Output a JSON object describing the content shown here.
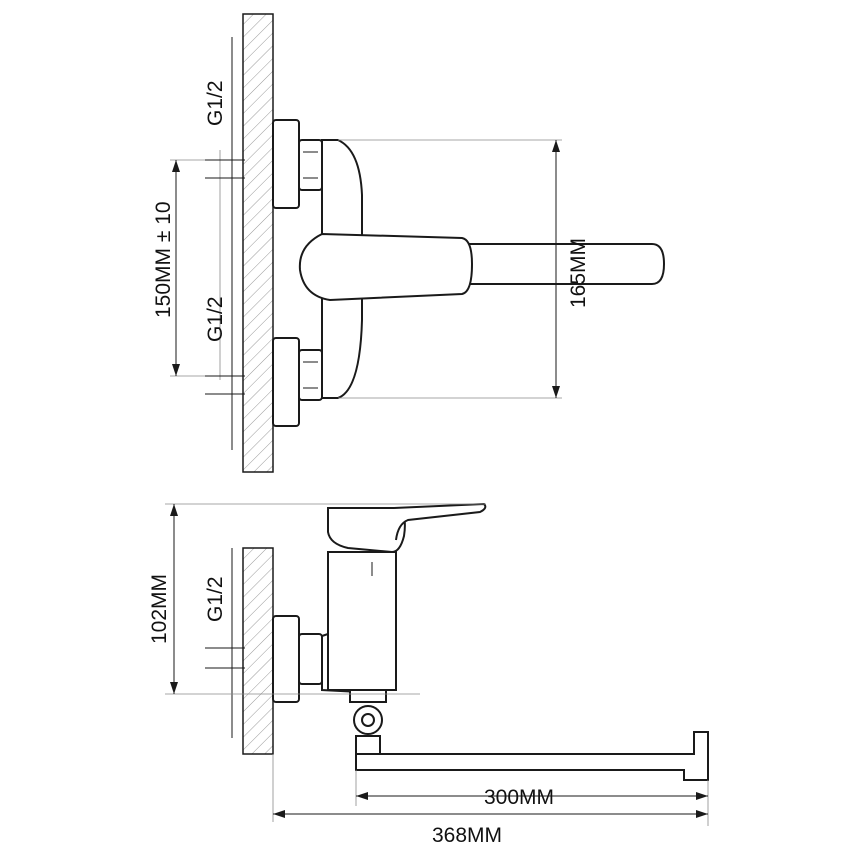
{
  "labels": {
    "thread_top": "G1/2",
    "thread_mid": "G1/2",
    "thread_side": "G1/2",
    "dim_spacing": "150MM ± 10",
    "dim_height": "165MM",
    "dim_depth": "102MM",
    "dim_spout": "300MM",
    "dim_total": "368MM"
  },
  "colors": {
    "line": "#1a1a1a",
    "hatch": "#9a9a9a",
    "dim": "#8a8a8a"
  }
}
